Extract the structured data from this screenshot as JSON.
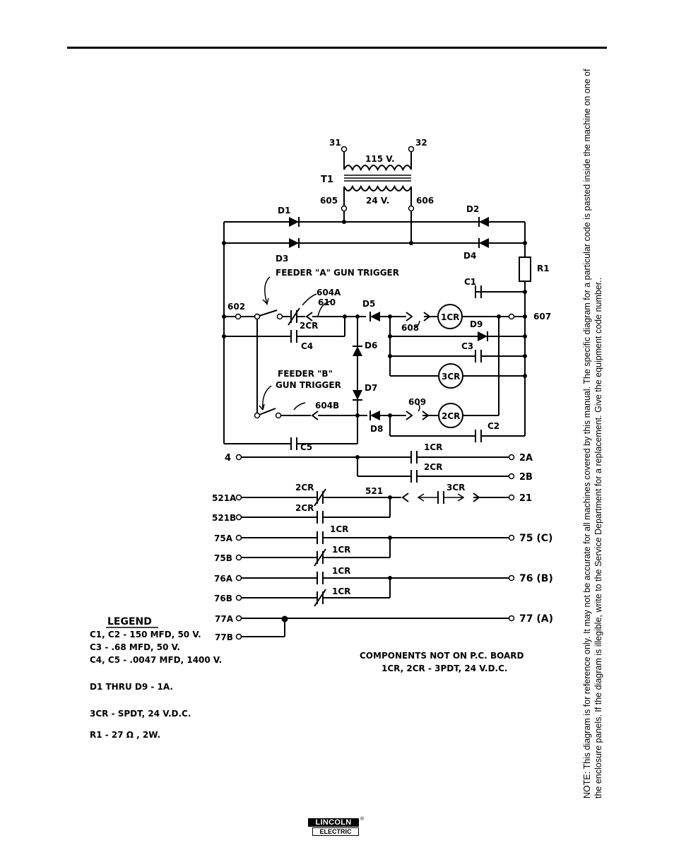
{
  "note": "NOTE:  This diagram is for reference only.  It may not be accurate for all machines covered by this manual.  The specific diagram for a particular code is pasted inside the machine on one of the enclosure panels.  If the diagram is illegible, write to the Service Department for a replacement.  Give the equipment code number..",
  "logo": {
    "line1": "LINCOLN",
    "line2": "ELECTRIC",
    "registered": "®"
  },
  "transformer": {
    "t1": "T1",
    "primary_left": "31",
    "primary_right": "32",
    "primary_voltage": "115 V.",
    "secondary_left": "605",
    "secondary_right": "606",
    "secondary_voltage": "24 V."
  },
  "labels": {
    "d1": "D1",
    "d2": "D2",
    "d3": "D3",
    "d4": "D4",
    "r1": "R1",
    "feeder_a": "FEEDER \"A\" GUN TRIGGER",
    "n604a": "604A",
    "n610": "610",
    "n602": "602",
    "d5": "D5",
    "n608": "608",
    "cr1": "1CR",
    "n607": "607",
    "c1": "C1",
    "d9": "D9",
    "cr2_contact": "2CR",
    "c4": "C4",
    "d6": "D6",
    "c3": "C3",
    "cr3": "3CR",
    "feeder_b_1": "FEEDER \"B\"",
    "feeder_b_2": "GUN TRIGGER",
    "d7": "D7",
    "n604b": "604B",
    "n609": "609",
    "cr2": "2CR",
    "d8": "D8",
    "c2": "C2",
    "c5": "C5"
  },
  "terminals": {
    "t4": "4",
    "t2a": "2A",
    "t2b": "2B",
    "t521a": "521A",
    "t521b": "521B",
    "t21": "21",
    "t75a": "75A",
    "t75b": "75B",
    "t75": "75 (C)",
    "t76a": "76A",
    "t76b": "76B",
    "t76": "76 (B)",
    "t77a": "77A",
    "t77b": "77B",
    "t77": "77 (A)",
    "n521": "521"
  },
  "contacts": {
    "k4_1cr": "1CR",
    "k4_2cr": "2CR",
    "k521a": "2CR",
    "k521b": "2CR",
    "k21": "3CR",
    "k75a": "1CR",
    "k75b": "1CR",
    "k76a": "1CR",
    "k76b": "1CR"
  },
  "legend": {
    "title": "LEGEND",
    "items": [
      "C1, C2 - 150 MFD, 50 V.",
      "C3  -  .68 MFD, 50 V.",
      "C4, C5 - .0047 MFD, 1400 V.",
      "D1 THRU D9 - 1A.",
      "3CR - SPDT, 24 V.D.C.",
      "R1  -  27 Ω , 2W."
    ]
  },
  "components_note": {
    "line1": "COMPONENTS NOT ON P.C. BOARD",
    "line2": "1CR, 2CR - 3PDT, 24 V.D.C."
  }
}
